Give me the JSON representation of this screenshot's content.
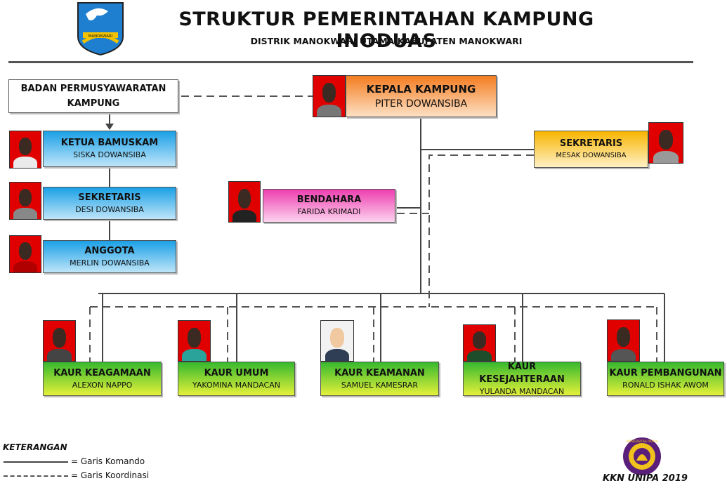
{
  "header": {
    "title": "STRUKTUR PEMERINTAHAN KAMPUNG INODUAS",
    "subtitle": "DISTRIK MANOKWARI UTAMA KABUPATEN MANOKWARI",
    "logo_text": "MANOKWARI"
  },
  "bpk": {
    "title": "BADAN PERMUSYAWARATAN KAMPUNG"
  },
  "bamuskam": [
    {
      "title": "KETUA BAMUSKAM",
      "name": "SISKA DOWANSIBA"
    },
    {
      "title": "SEKRETARIS",
      "name": "DESI DOWANSIBA"
    },
    {
      "title": "ANGGOTA",
      "name": "MERLIN DOWANSIBA"
    }
  ],
  "kepala": {
    "title": "KEPALA KAMPUNG",
    "name": "PITER DOWANSIBA"
  },
  "sekretaris": {
    "title": "SEKRETARIS",
    "name": "MESAK DOWANSIBA"
  },
  "bendahara": {
    "title": "BENDAHARA",
    "name": "FARIDA KRIMADI"
  },
  "kaur": [
    {
      "title": "KAUR KEAGAMAAN",
      "name": "ALEXON NAPPO"
    },
    {
      "title": "KAUR UMUM",
      "name": "YAKOMINA MANDACAN"
    },
    {
      "title": "KAUR KEAMANAN",
      "name": "SAMUEL KAMESRAR"
    },
    {
      "title": "KAUR KESEJAHTERAAN",
      "name": "YULANDA MANDACAN"
    },
    {
      "title": "KAUR PEMBANGUNAN",
      "name": "RONALD ISHAK AWOM"
    }
  ],
  "legend": {
    "title": "KETERANGAN",
    "command": "= Garis Komando",
    "coordination": "= Garis Koordinasi"
  },
  "footer": {
    "credit": "KKN UNIPA 2019",
    "seal_text": "UNIVERSITAS PAPUA"
  },
  "colors": {
    "command_line": "#444444",
    "coordination_line": "#555555"
  }
}
